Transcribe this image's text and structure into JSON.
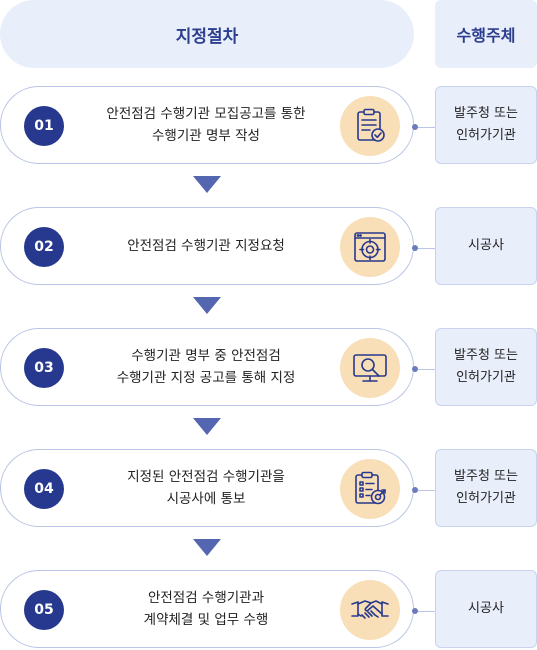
{
  "header": {
    "left": "지정절차",
    "right": "수행주체"
  },
  "steps": [
    {
      "num": "01",
      "lines": [
        "안전점검 수행기관 모집공고를 통한",
        "수행기관 명부 작성"
      ],
      "icon": "clipboard-check-icon",
      "actor": [
        "발주청 또는",
        "인허가기관"
      ]
    },
    {
      "num": "02",
      "lines": [
        "안전점검 수행기관 지정요청",
        ""
      ],
      "icon": "target-screen-icon",
      "actor": [
        "시공사",
        ""
      ]
    },
    {
      "num": "03",
      "lines": [
        "수행기관 명부 중 안전점검",
        "수행기관 지정 공고를 통해 지정"
      ],
      "icon": "monitor-search-icon",
      "actor": [
        "발주청 또는",
        "인허가기관"
      ]
    },
    {
      "num": "04",
      "lines": [
        "지정된 안전점검 수행기관을",
        "시공사에 통보"
      ],
      "icon": "checklist-target-icon",
      "actor": [
        "발주청 또는",
        "인허가기관"
      ]
    },
    {
      "num": "05",
      "lines": [
        "안전점검 수행기관과",
        "계약체결 및 업무 수행"
      ],
      "icon": "handshake-icon",
      "actor": [
        "시공사",
        ""
      ]
    }
  ],
  "colors": {
    "accent": "#27398e",
    "header_bg": "#e9eefb",
    "icon_bg": "#f9dfb8",
    "arrow": "#5466b0"
  }
}
